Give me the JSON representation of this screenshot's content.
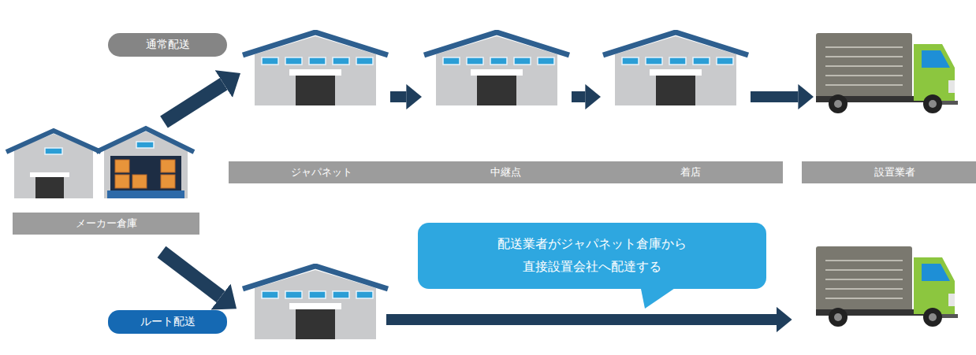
{
  "diagram": {
    "nodes": [
      {
        "text": [
          "通常配送"
        ]
      },
      {
        "text": [
          "メーカー倉庫"
        ]
      },
      {
        "text": [
          "ジャパネット"
        ]
      },
      {
        "text": [
          "中継点"
        ]
      },
      {
        "text": [
          "着店"
        ]
      },
      {
        "text": [
          "設置業者"
        ]
      },
      {
        "text": [
          "配送業者がジャパネット倉庫から 直接設置会社へ配達する"
        ]
      },
      {
        "text": [
          "ルート配送"
        ]
      }
    ],
    "edges": [
      {
        "from": 1,
        "to": 2,
        "arrow": "to"
      },
      {
        "from": 2,
        "to": 3,
        "arrow": "to"
      },
      {
        "from": 3,
        "to": 4,
        "arrow": "to"
      },
      {
        "from": 4,
        "to": 5,
        "arrow": "to"
      }
    ]
  }
}
